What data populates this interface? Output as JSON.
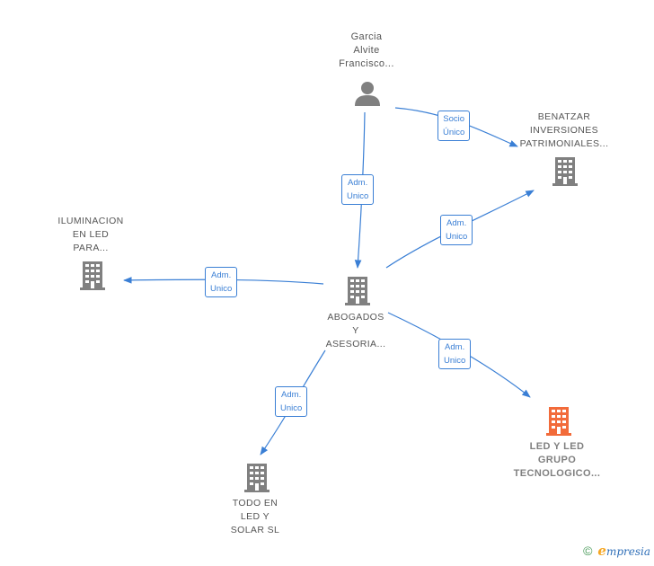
{
  "colors": {
    "edge": "#3a7fd5",
    "company_icon": "#808080",
    "highlight_icon": "#f26b3a",
    "person_icon": "#808080"
  },
  "nodes": {
    "person": {
      "lines": [
        "Garcia",
        "Alvite",
        "Francisco..."
      ]
    },
    "benatzar": {
      "lines": [
        "BENATZAR",
        "INVERSIONES",
        "PATRIMONIALES..."
      ]
    },
    "iluminacion": {
      "lines": [
        "ILUMINACION",
        "EN LED",
        "PARA..."
      ]
    },
    "abogados": {
      "lines": [
        "ABOGADOS",
        "Y",
        "ASESORIA..."
      ]
    },
    "ledyled": {
      "lines": [
        "LED Y LED",
        "GRUPO",
        "TECNOLOGICO..."
      ]
    },
    "todoenled": {
      "lines": [
        "TODO EN",
        "LED Y",
        "SOLAR  SL"
      ]
    }
  },
  "edges": {
    "person_benatzar": {
      "lines": [
        "Socio",
        "Único"
      ]
    },
    "person_abogados": {
      "lines": [
        "Adm.",
        "Unico"
      ]
    },
    "abogados_benatzar": {
      "lines": [
        "Adm.",
        "Unico"
      ]
    },
    "abogados_iluminacion": {
      "lines": [
        "Adm.",
        "Unico"
      ]
    },
    "abogados_ledyled": {
      "lines": [
        "Adm.",
        "Unico"
      ]
    },
    "abogados_todoenled": {
      "lines": [
        "Adm.",
        "Unico"
      ]
    }
  },
  "footer": {
    "copyright": "©",
    "brand_initial": "e",
    "brand_rest": "mpresia"
  }
}
